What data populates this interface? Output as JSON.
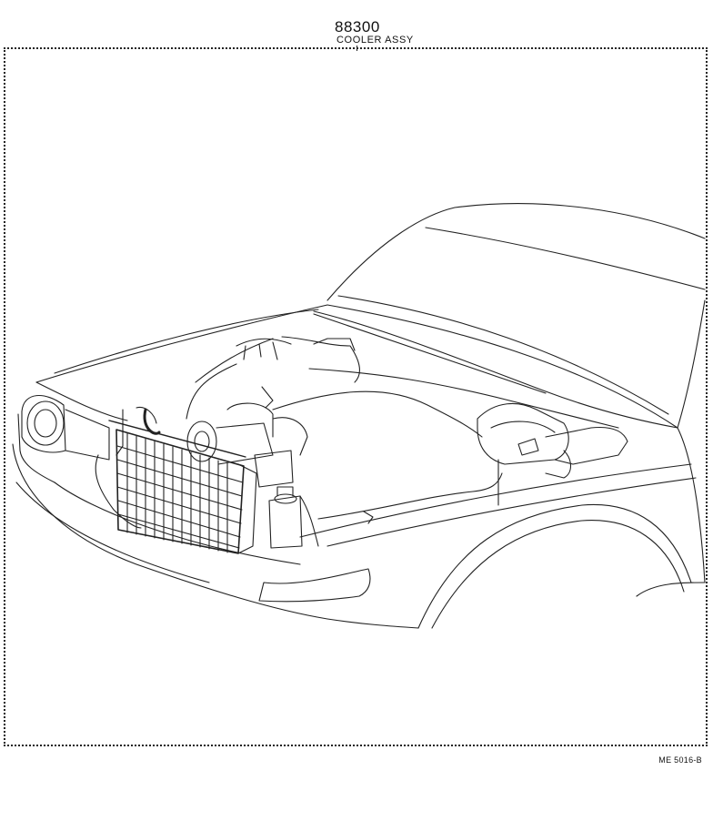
{
  "header": {
    "part_number": "88300",
    "part_name": "COOLER ASSY"
  },
  "footer": {
    "reference_code": "ME 5016-B"
  },
  "diagram": {
    "line_color": "#222222",
    "background": "#ffffff"
  }
}
